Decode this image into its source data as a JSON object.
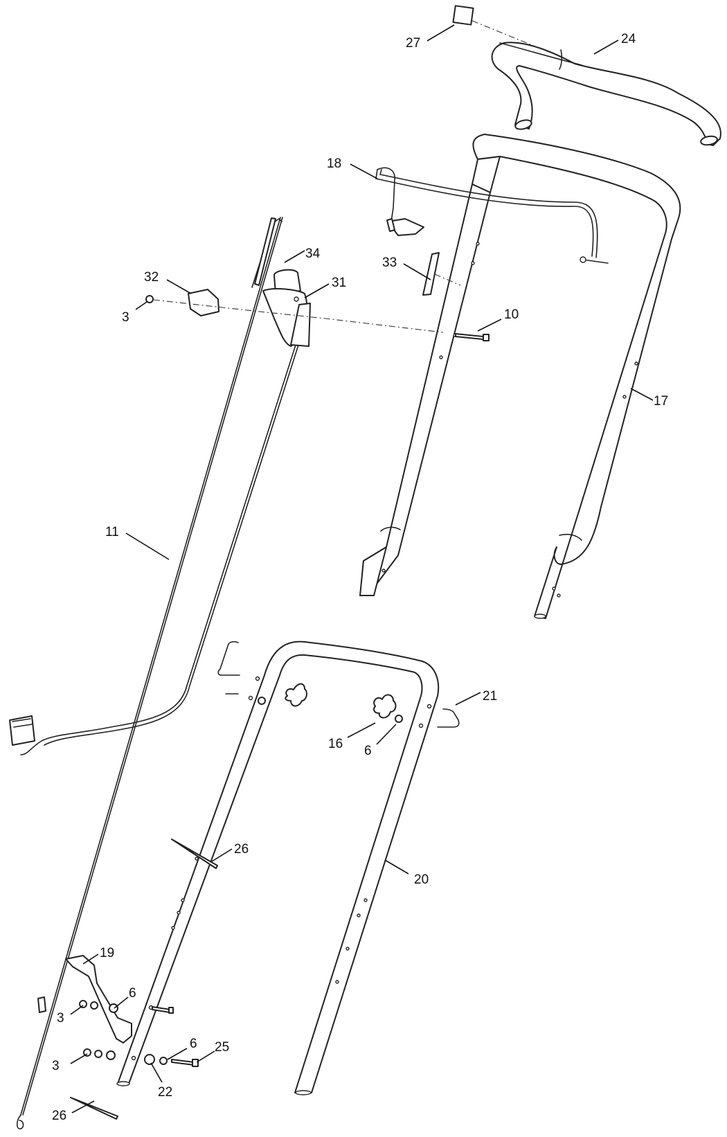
{
  "callouts": [
    {
      "id": "c27",
      "label": "27"
    },
    {
      "id": "c24",
      "label": "24"
    },
    {
      "id": "c18",
      "label": "18"
    },
    {
      "id": "c34",
      "label": "34"
    },
    {
      "id": "c32",
      "label": "32"
    },
    {
      "id": "c31",
      "label": "31"
    },
    {
      "id": "c33",
      "label": "33"
    },
    {
      "id": "c3a",
      "label": "3"
    },
    {
      "id": "c10",
      "label": "10"
    },
    {
      "id": "c17",
      "label": "17"
    },
    {
      "id": "c11",
      "label": "11"
    },
    {
      "id": "c21",
      "label": "21"
    },
    {
      "id": "c16",
      "label": "16"
    },
    {
      "id": "c6a",
      "label": "6"
    },
    {
      "id": "c26a",
      "label": "26"
    },
    {
      "id": "c20",
      "label": "20"
    },
    {
      "id": "c19",
      "label": "19"
    },
    {
      "id": "c6b",
      "label": "6"
    },
    {
      "id": "c3b",
      "label": "3"
    },
    {
      "id": "c6c",
      "label": "6"
    },
    {
      "id": "c25",
      "label": "25"
    },
    {
      "id": "c3c",
      "label": "3"
    },
    {
      "id": "c22",
      "label": "22"
    },
    {
      "id": "c26b",
      "label": "26"
    }
  ]
}
